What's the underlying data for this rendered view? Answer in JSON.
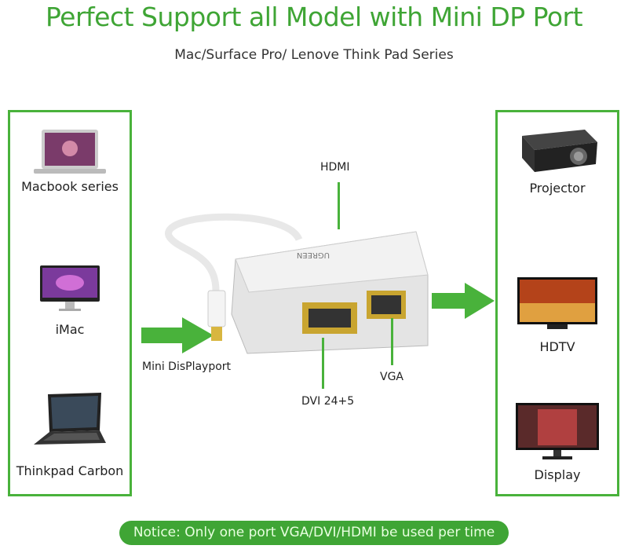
{
  "title": "Perfect Support all Model with Mini DP Port",
  "subtitle": "Mac/Surface Pro/ Lenove Think Pad Series",
  "sources": [
    {
      "label": "Macbook series",
      "icon": "laptop-icon"
    },
    {
      "label": "iMac",
      "icon": "imac-icon"
    },
    {
      "label": "Thinkpad Carbon",
      "icon": "thinkpad-icon"
    }
  ],
  "outputs": [
    {
      "label": "Projector",
      "icon": "projector-icon"
    },
    {
      "label": "HDTV",
      "icon": "tv-icon"
    },
    {
      "label": "Display",
      "icon": "monitor-icon"
    }
  ],
  "adapter": {
    "input": "Mini DisPlayport",
    "ports": {
      "hdmi": "HDMI",
      "dvi": "DVI 24+5",
      "vga": "VGA"
    },
    "brand": "UGREEN"
  },
  "notice": "Notice: Only one port VGA/DVI/HDMI be used per time",
  "colors": {
    "accent": "#3fa535"
  }
}
